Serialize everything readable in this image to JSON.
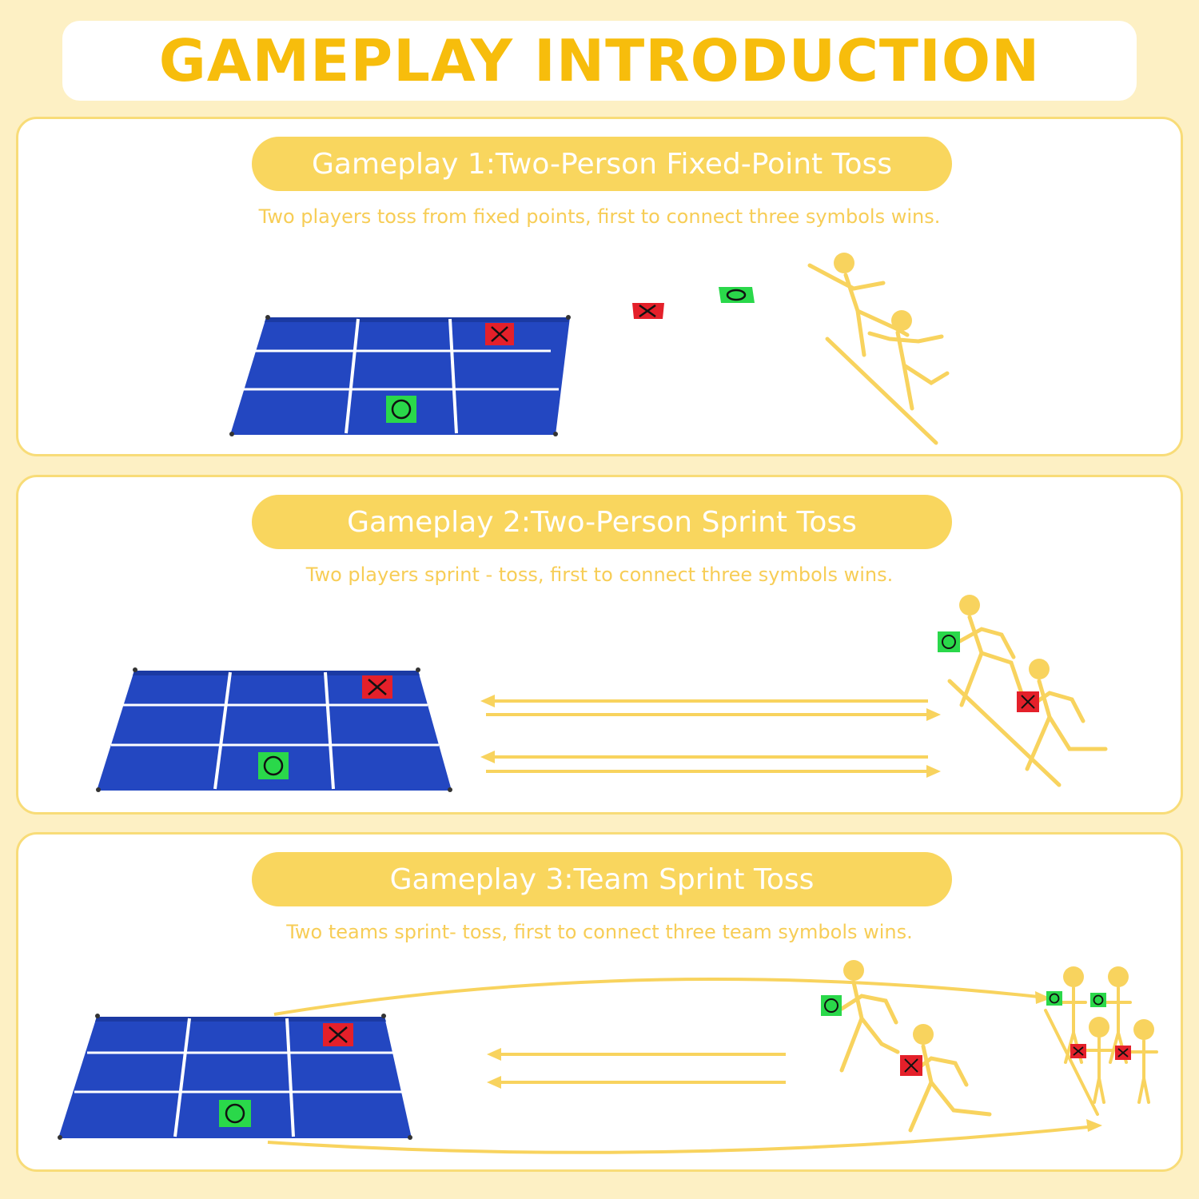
{
  "title": "GAMEPLAY INTRODUCTION",
  "colors": {
    "background": "#fdf0c4",
    "accent": "#f7bd0c",
    "pill": "#f9d65e",
    "board": "#2347c1",
    "x_tile": "#e4202a",
    "o_tile": "#2ad84a",
    "figure": "#f8d35e"
  },
  "gameplays": [
    {
      "heading": "Gameplay 1:Two-Person Fixed-Point Toss",
      "description": "Two players toss from fixed points, first to connect three symbols wins."
    },
    {
      "heading": "Gameplay 2:Two-Person Sprint Toss",
      "description": "Two players sprint - toss, first to connect three symbols wins."
    },
    {
      "heading": "Gameplay 3:Team Sprint Toss",
      "description": "Two teams sprint- toss, first to connect three team symbols wins."
    }
  ]
}
